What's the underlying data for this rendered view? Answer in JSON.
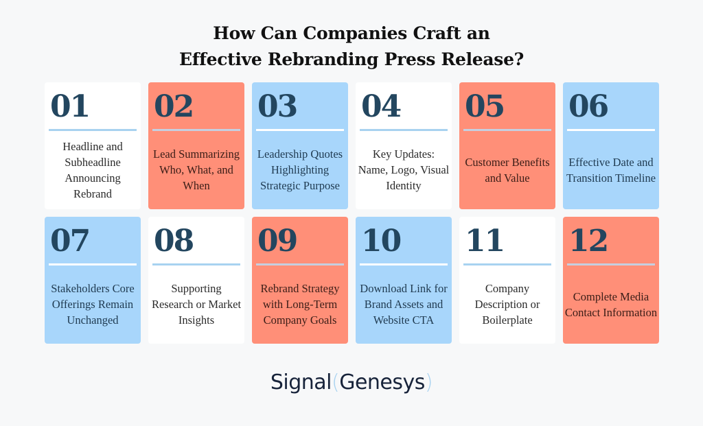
{
  "title": {
    "line1": "How Can Companies Craft an",
    "line2": "Effective Rebranding Press Release?"
  },
  "colors": {
    "background": "#f7f8f9",
    "coral": "#ff8f78",
    "blue": "#a8d6fb",
    "white": "#ffffff",
    "number": "#23465f"
  },
  "cards": [
    {
      "number": "01",
      "label": "Headline and Subheadline Announcing Rebrand",
      "style": "white"
    },
    {
      "number": "02",
      "label": "Lead Summarizing Who, What, and When",
      "style": "coral"
    },
    {
      "number": "03",
      "label": "Leadership Quotes Highlighting Strategic Purpose",
      "style": "blue"
    },
    {
      "number": "04",
      "label": "Key Updates: Name, Logo, Visual Identity",
      "style": "white"
    },
    {
      "number": "05",
      "label": "Customer Benefits and Value",
      "style": "coral"
    },
    {
      "number": "06",
      "label": "Effective Date and Transition Timeline",
      "style": "blue"
    },
    {
      "number": "07",
      "label": "Stakeholders Core Offerings Remain Unchanged",
      "style": "blue"
    },
    {
      "number": "08",
      "label": "Supporting Research or Market Insights",
      "style": "white"
    },
    {
      "number": "09",
      "label": "Rebrand Strategy with Long-Term Company Goals",
      "style": "coral"
    },
    {
      "number": "10",
      "label": "Download Link for Brand Assets and Website CTA",
      "style": "blue"
    },
    {
      "number": "11",
      "label": "Company Description or Boilerplate",
      "style": "white"
    },
    {
      "number": "12",
      "label": "Complete Media Contact Information",
      "style": "coral"
    }
  ],
  "logo": {
    "word1": "Signal",
    "open_paren": "(",
    "word2": "Genesys",
    "close_paren": ")"
  }
}
